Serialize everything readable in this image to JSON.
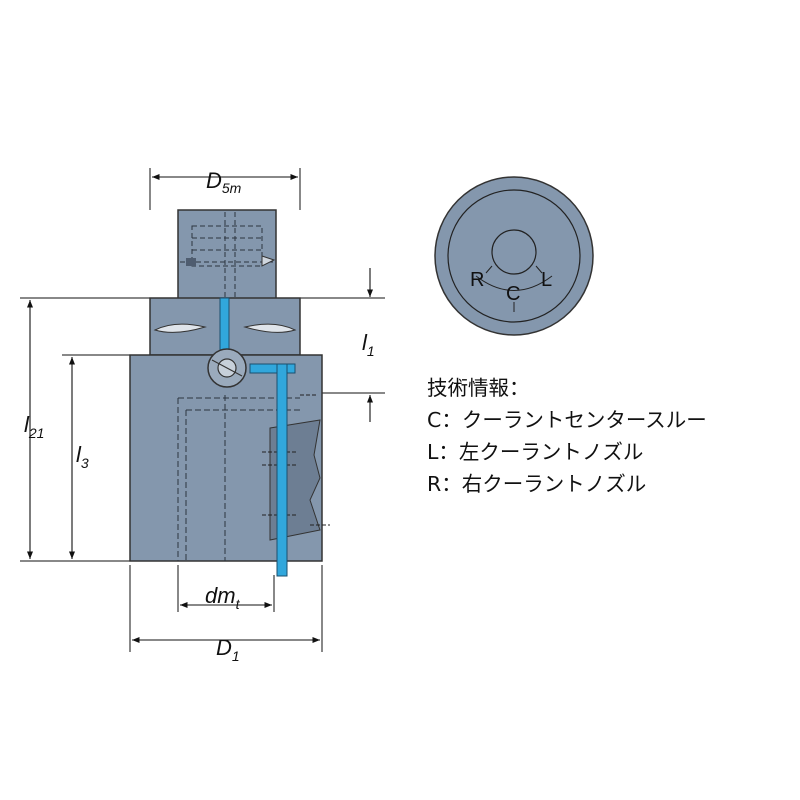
{
  "dimensions": {
    "d5m": {
      "main": "D",
      "sub": "5m"
    },
    "l1": {
      "main": "l",
      "sub": "1"
    },
    "l21": {
      "main": "l",
      "sub": "21"
    },
    "l3": {
      "main": "l",
      "sub": "3"
    },
    "dmt": {
      "main": "dm",
      "sub": "t"
    },
    "d1": {
      "main": "D",
      "sub": "1"
    }
  },
  "coin_labels": {
    "left": "R",
    "center": "C",
    "right": "L"
  },
  "tech_info": {
    "title": "技術情報：",
    "lines": [
      "C：クーラントセンタースルー",
      "L：左クーラントノズル",
      "R：右クーラントノズル"
    ]
  },
  "colors": {
    "body": "#8497ad",
    "body_dark": "#5f6f84",
    "coolant": "#31a7dc",
    "line": "#111111"
  }
}
